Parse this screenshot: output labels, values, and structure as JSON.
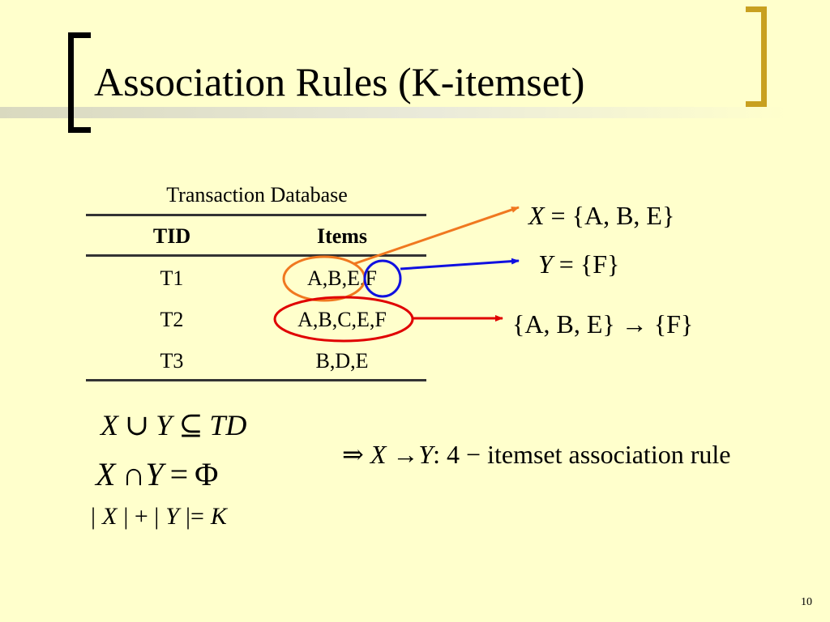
{
  "slide": {
    "title": "Association Rules (K-itemset)",
    "page_number": "10"
  },
  "table": {
    "caption": "Transaction Database",
    "headers": [
      "TID",
      "Items"
    ],
    "rows": [
      {
        "tid": "T1",
        "items": "A,B,E,F"
      },
      {
        "tid": "T2",
        "items": "A,B,C,E,F"
      },
      {
        "tid": "T3",
        "items": "B,D,E"
      }
    ]
  },
  "annotations": {
    "x_set": {
      "var": "X",
      "rhs": "= {A, B, E}"
    },
    "y_set": {
      "var": "Y",
      "rhs": "= {F}"
    },
    "rule": "{A, B, E} → {F}"
  },
  "formulas": {
    "union": {
      "x": "X",
      "op": "∪",
      "y": "Y",
      "rel": "⊆",
      "td": "TD"
    },
    "intersection": {
      "x": "X",
      "op": "∩",
      "y": "Y",
      "rel": "=",
      "phi": "Φ"
    },
    "cardinality": {
      "open1": "|",
      "x": "X",
      "mid": "| + |",
      "y": "Y",
      "close": "|=",
      "k": "K"
    }
  },
  "conclusion": {
    "implies": "⇒",
    "x": "X",
    "arrow": "→",
    "y": "Y",
    "text": ": 4 − itemset association rule"
  },
  "colors": {
    "background": "#ffffcc",
    "orange": "#f07820",
    "blue": "#1010e0",
    "red": "#e00000",
    "gold": "#c8a020"
  },
  "icons": [
    "left-bracket",
    "right-bracket",
    "orange-arrow",
    "blue-arrow",
    "red-arrow"
  ]
}
